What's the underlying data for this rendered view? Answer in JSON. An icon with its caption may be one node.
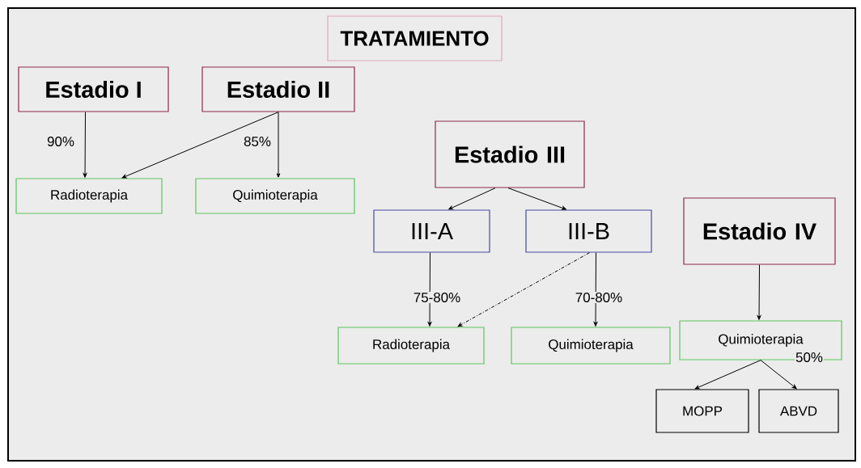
{
  "diagram": {
    "nodes": [
      {
        "text": [
          "TRATAMIENTO"
        ]
      },
      {
        "text": [
          "Estadio I"
        ]
      },
      {
        "text": [
          "Estadio II"
        ]
      },
      {
        "text": [
          "Radioterapia"
        ]
      },
      {
        "text": [
          "Quimioterapia"
        ]
      },
      {
        "text": [
          "Estadio III"
        ]
      },
      {
        "text": [
          "III-A"
        ]
      },
      {
        "text": [
          "III-B"
        ]
      },
      {
        "text": [
          "Radioterapia"
        ]
      },
      {
        "text": [
          "Quimioterapia"
        ]
      },
      {
        "text": [
          "Estadio IV"
        ]
      },
      {
        "text": [
          "Quimioterapia"
        ]
      },
      {
        "text": [
          "MOPP"
        ]
      },
      {
        "text": [
          "ABVD"
        ]
      }
    ],
    "edges": [
      {
        "from": 1,
        "to": 3,
        "arrow": "to",
        "label": "90%"
      },
      {
        "from": 2,
        "to": 3,
        "arrow": "to"
      },
      {
        "from": 2,
        "to": 4,
        "arrow": "to",
        "label": "85%"
      },
      {
        "from": 5,
        "to": 6,
        "arrow": "to"
      },
      {
        "from": 5,
        "to": 7,
        "arrow": "to"
      },
      {
        "from": 6,
        "to": 8,
        "arrow": "to",
        "label": "75-80%"
      },
      {
        "from": 7,
        "to": 8,
        "arrow": "to",
        "style": "dashed"
      },
      {
        "from": 7,
        "to": 9,
        "arrow": "to",
        "label": "70-80%"
      },
      {
        "from": 10,
        "to": 11,
        "arrow": "to"
      },
      {
        "from": 11,
        "to": 12,
        "arrow": "to"
      },
      {
        "from": 11,
        "to": 13,
        "arrow": "to",
        "label": "50%"
      }
    ]
  }
}
